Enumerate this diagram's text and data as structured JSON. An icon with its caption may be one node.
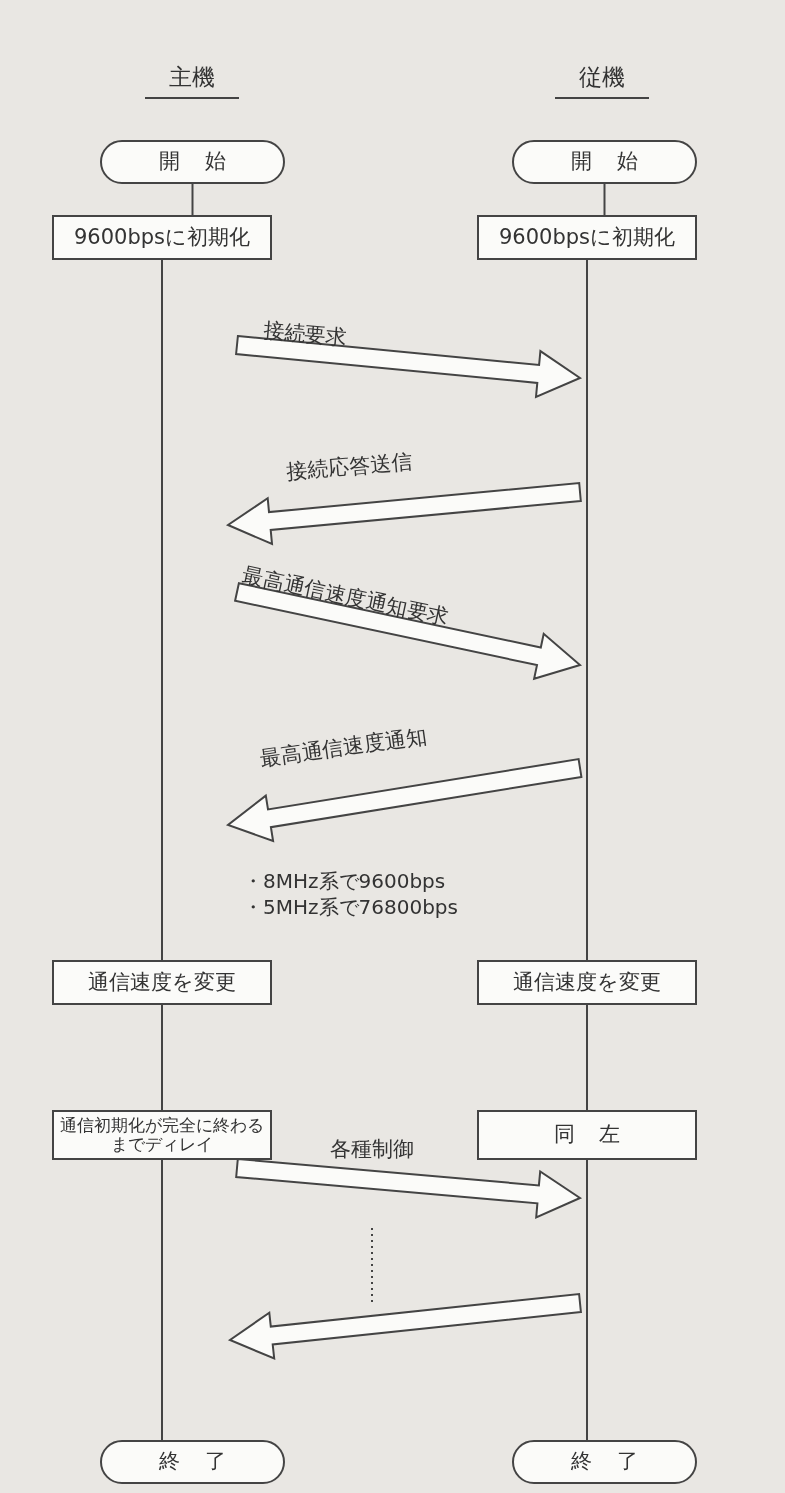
{
  "diagram": {
    "nodes": [
      {
        "text": [
          "開 始"
        ]
      },
      {
        "text": [
          "開 始"
        ]
      },
      {
        "text": [
          "9600bpsに初期化"
        ]
      },
      {
        "text": [
          "9600bpsに初期化"
        ]
      },
      {
        "text": [
          "通信速度を変更"
        ]
      },
      {
        "text": [
          "通信速度を変更"
        ]
      },
      {
        "text": [
          "通信初期化が完全に終わるまでディレイ"
        ]
      },
      {
        "text": [
          "同 左"
        ]
      },
      {
        "text": [
          "終 了"
        ]
      },
      {
        "text": [
          "終 了"
        ]
      }
    ],
    "edges": [
      {
        "from": 0,
        "to": 2,
        "arrow": "none"
      },
      {
        "from": 2,
        "to": 4,
        "arrow": "none"
      },
      {
        "from": 4,
        "to": 6,
        "arrow": "none"
      },
      {
        "from": 6,
        "to": 8,
        "arrow": "none"
      },
      {
        "from": 1,
        "to": 3,
        "arrow": "none"
      },
      {
        "from": 3,
        "to": 5,
        "arrow": "none"
      },
      {
        "from": 5,
        "to": 7,
        "arrow": "none"
      },
      {
        "from": 7,
        "to": 9,
        "arrow": "none"
      }
    ],
    "labels": [
      "主機",
      "従機",
      "接続要求",
      "接続応答送信",
      "最高通信速度通知要求",
      "最高通信速度通知",
      "・8MHz系で9600bps",
      "・5MHz系で76800bps",
      "各種制御"
    ]
  }
}
